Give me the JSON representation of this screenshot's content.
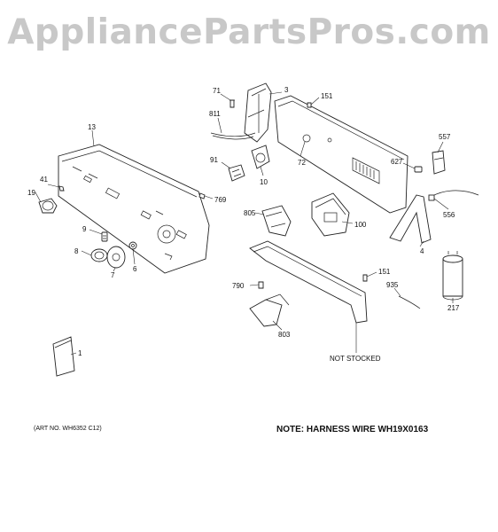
{
  "watermark": "AppliancePartsPros.com",
  "labels": {
    "p71": "71",
    "p3": "3",
    "p151a": "151",
    "p811": "811",
    "p13": "13",
    "p91": "91",
    "p10": "10",
    "p72": "72",
    "p627": "627",
    "p557": "557",
    "p41": "41",
    "p19": "19",
    "p769": "769",
    "p805": "805",
    "p100": "100",
    "p556": "556",
    "p9": "9",
    "p8": "8",
    "p7": "7",
    "p6": "6",
    "p4": "4",
    "p151b": "151",
    "p790": "790",
    "p935": "935",
    "p217": "217",
    "p803": "803",
    "p1": "1",
    "not_stocked": "NOT STOCKED"
  },
  "footer": {
    "art_no": "(ART NO. WH6352 C12)",
    "note": "NOTE: HARNESS WIRE WH19X0163"
  }
}
